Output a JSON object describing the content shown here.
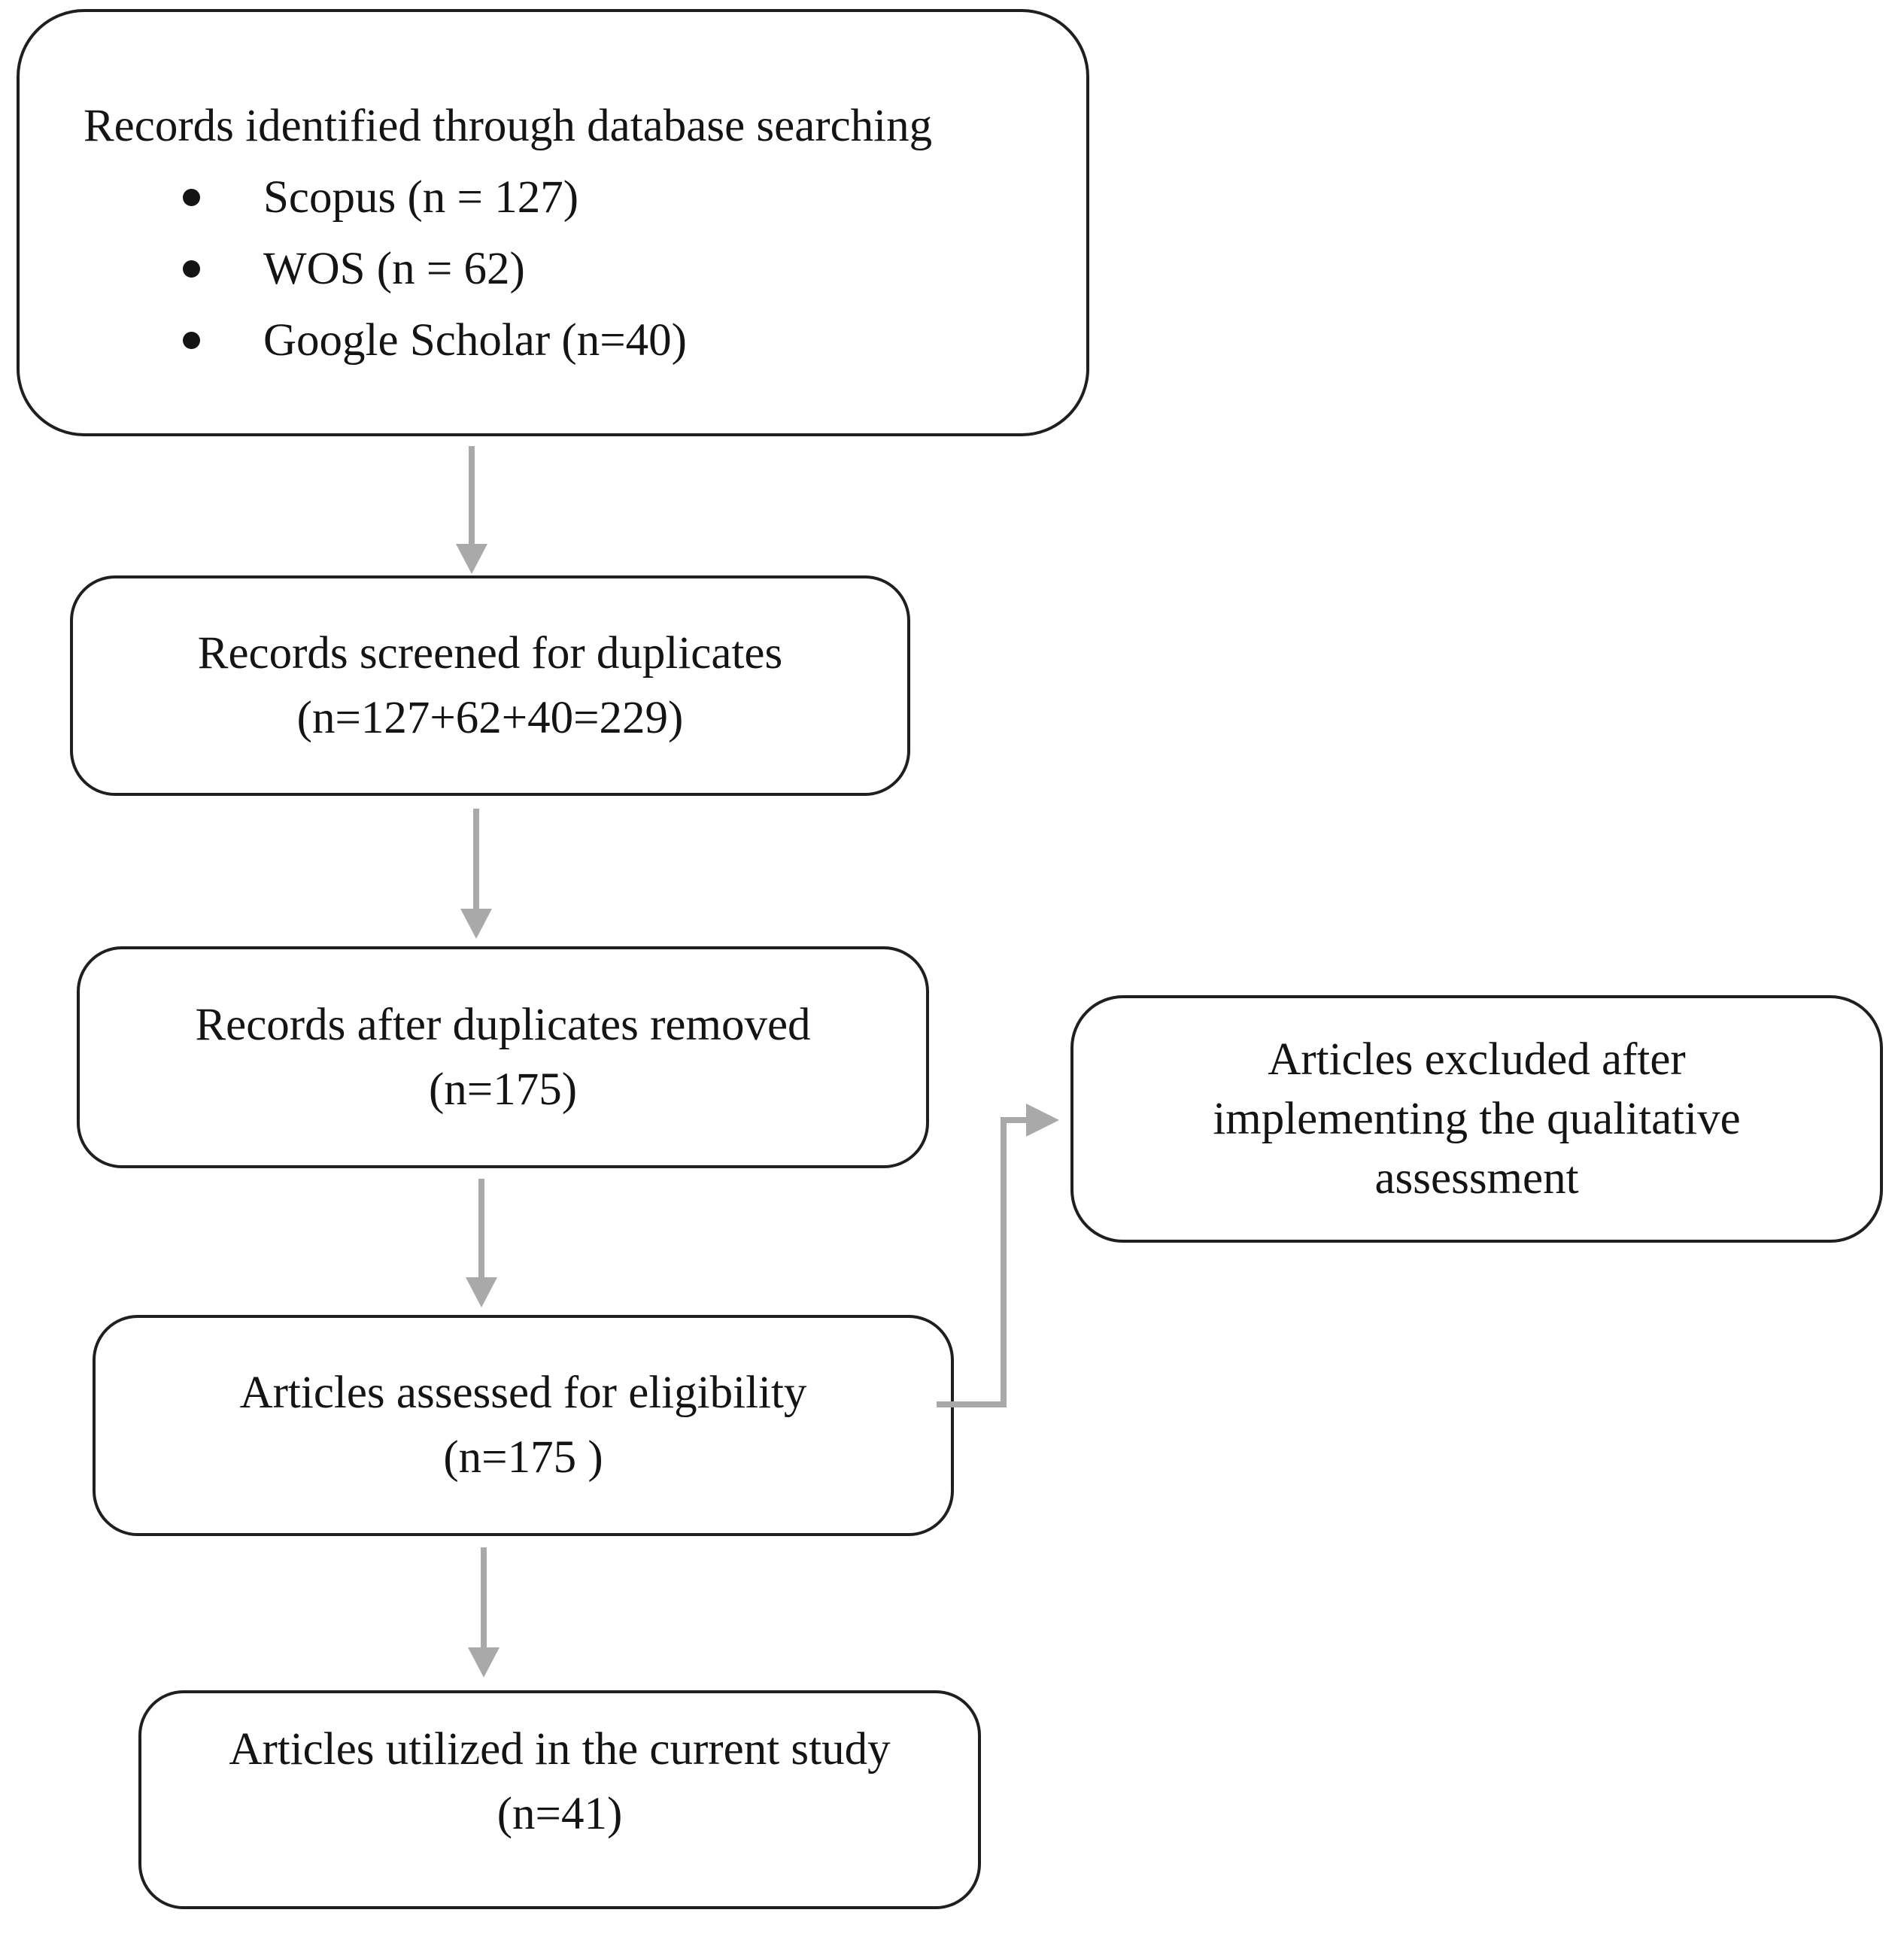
{
  "figure": {
    "type": "prisma-flow-diagram",
    "colors": {
      "background": "#ffffff",
      "box_border": "#1f1f1f",
      "text": "#141414",
      "arrow": "#a9a9a9"
    },
    "boxes": {
      "identification": {
        "heading": "Records identified through database searching",
        "bullets": [
          "Scopus (n = 127)",
          "WOS (n = 62)",
          "Google Scholar (n=40)"
        ]
      },
      "screening": {
        "lines": [
          "Records screened for duplicates",
          "(n=127+62+40=229)"
        ]
      },
      "dedup": {
        "lines": [
          "Records after duplicates removed",
          "(n=175)"
        ]
      },
      "eligibility": {
        "lines": [
          "Articles assessed for eligibility",
          "(n=175 )"
        ]
      },
      "included": {
        "lines": [
          "Articles utilized in the current study",
          "(n=41)"
        ]
      },
      "excluded": {
        "lines": [
          "Articles excluded after",
          "implementing the qualitative",
          "assessment"
        ]
      }
    }
  }
}
